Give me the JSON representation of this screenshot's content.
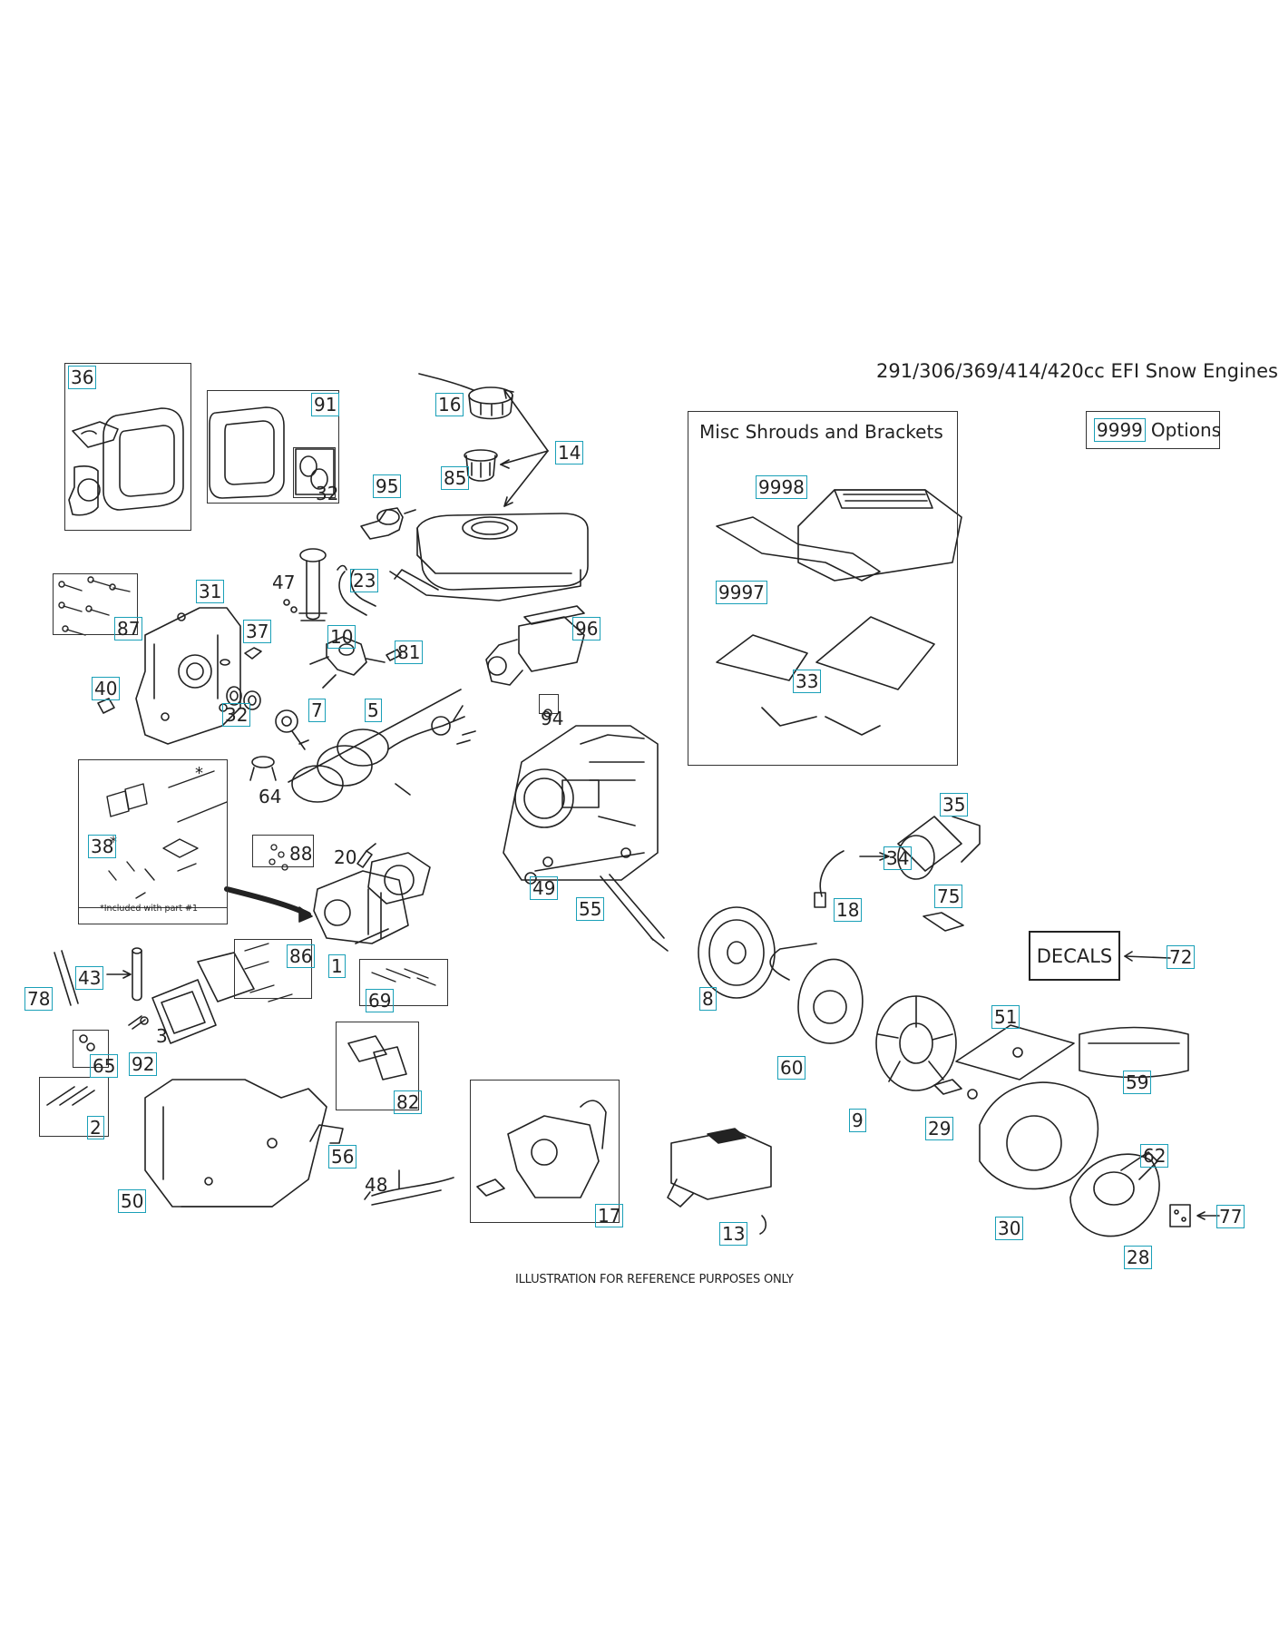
{
  "title": "291/306/369/414/420cc EFI Snow Engines",
  "footer": "ILLUSTRATION FOR REFERENCE PURPOSES ONLY",
  "misc_box": {
    "label": "Misc Shrouds and Brackets"
  },
  "options_box": {
    "number": "9999",
    "label": "Options"
  },
  "decals_box": {
    "label": "DECALS"
  },
  "included_note": "*Included with part #1",
  "star": "*",
  "callouts": [
    {
      "id": "36",
      "text": "36",
      "boxed": true
    },
    {
      "id": "91",
      "text": "91",
      "boxed": true
    },
    {
      "id": "32a",
      "text": "32",
      "boxed": false
    },
    {
      "id": "16",
      "text": "16",
      "boxed": true
    },
    {
      "id": "14",
      "text": "14",
      "boxed": true
    },
    {
      "id": "85",
      "text": "85",
      "boxed": true
    },
    {
      "id": "95",
      "text": "95",
      "boxed": true
    },
    {
      "id": "47",
      "text": "47",
      "boxed": false
    },
    {
      "id": "23",
      "text": "23",
      "boxed": true
    },
    {
      "id": "31",
      "text": "31",
      "boxed": true
    },
    {
      "id": "87",
      "text": "87",
      "boxed": true
    },
    {
      "id": "37",
      "text": "37",
      "boxed": true
    },
    {
      "id": "10",
      "text": "10",
      "boxed": true
    },
    {
      "id": "81",
      "text": "81",
      "boxed": true
    },
    {
      "id": "96",
      "text": "96",
      "boxed": true
    },
    {
      "id": "40",
      "text": "40",
      "boxed": true
    },
    {
      "id": "32b",
      "text": "32",
      "boxed": true
    },
    {
      "id": "7",
      "text": "7",
      "boxed": true
    },
    {
      "id": "5",
      "text": "5",
      "boxed": true
    },
    {
      "id": "94",
      "text": "94",
      "boxed": false
    },
    {
      "id": "64",
      "text": "64",
      "boxed": false
    },
    {
      "id": "38",
      "text": "38",
      "boxed": true
    },
    {
      "id": "88",
      "text": "88",
      "boxed": false
    },
    {
      "id": "20",
      "text": "20",
      "boxed": false
    },
    {
      "id": "49",
      "text": "49",
      "boxed": true
    },
    {
      "id": "55",
      "text": "55",
      "boxed": true
    },
    {
      "id": "86",
      "text": "86",
      "boxed": true
    },
    {
      "id": "1",
      "text": "1",
      "boxed": true
    },
    {
      "id": "43",
      "text": "43",
      "boxed": true
    },
    {
      "id": "78",
      "text": "78",
      "boxed": true
    },
    {
      "id": "69",
      "text": "69",
      "boxed": true
    },
    {
      "id": "3",
      "text": "3",
      "boxed": false
    },
    {
      "id": "92",
      "text": "92",
      "boxed": true
    },
    {
      "id": "65",
      "text": "65",
      "boxed": true
    },
    {
      "id": "82",
      "text": "82",
      "boxed": true
    },
    {
      "id": "2",
      "text": "2",
      "boxed": true
    },
    {
      "id": "56",
      "text": "56",
      "boxed": true
    },
    {
      "id": "48",
      "text": "48",
      "boxed": false
    },
    {
      "id": "50",
      "text": "50",
      "boxed": true
    },
    {
      "id": "17",
      "text": "17",
      "boxed": true
    },
    {
      "id": "13",
      "text": "13",
      "boxed": true
    },
    {
      "id": "9998",
      "text": "9998",
      "boxed": true
    },
    {
      "id": "9997",
      "text": "9997",
      "boxed": true
    },
    {
      "id": "33",
      "text": "33",
      "boxed": true
    },
    {
      "id": "35",
      "text": "35",
      "boxed": true
    },
    {
      "id": "34",
      "text": "34",
      "boxed": true
    },
    {
      "id": "18",
      "text": "18",
      "boxed": true
    },
    {
      "id": "75",
      "text": "75",
      "boxed": true
    },
    {
      "id": "72",
      "text": "72",
      "boxed": true
    },
    {
      "id": "8",
      "text": "8",
      "boxed": true
    },
    {
      "id": "60",
      "text": "60",
      "boxed": true
    },
    {
      "id": "51",
      "text": "51",
      "boxed": true
    },
    {
      "id": "59",
      "text": "59",
      "boxed": true
    },
    {
      "id": "9",
      "text": "9",
      "boxed": true
    },
    {
      "id": "29",
      "text": "29",
      "boxed": true
    },
    {
      "id": "62",
      "text": "62",
      "boxed": true
    },
    {
      "id": "30",
      "text": "30",
      "boxed": true
    },
    {
      "id": "77",
      "text": "77",
      "boxed": true
    },
    {
      "id": "28",
      "text": "28",
      "boxed": true
    }
  ]
}
